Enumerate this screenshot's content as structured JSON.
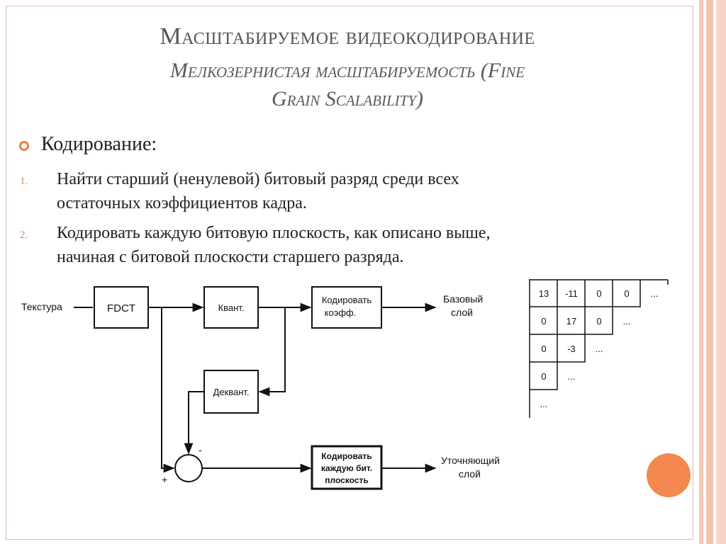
{
  "title": {
    "main": "Масштабируемое видеокодирование",
    "sub_line1": "Мелкозернистая масштабируемость (Fine",
    "sub_line2": "Grain Scalability)"
  },
  "bullet": "Кодирование:",
  "items": [
    {
      "num": "1.",
      "line1": "Найти старший (ненулевой) битовый разряд среди всех",
      "line2": "остаточных коэффициентов кадра."
    },
    {
      "num": "2.",
      "line1": "Кодировать каждую битовую плоскость, как описано выше,",
      "line2": "начиная с битовой плоскости старшего разряда."
    }
  ],
  "diagram": {
    "input_label": "Текстура",
    "fdct": "FDCT",
    "quant": "Квант.",
    "encode_coef_line1": "Кодировать",
    "encode_coef_line2": "коэфф.",
    "base_layer_line1": "Базовый",
    "base_layer_line2": "слой",
    "dequant": "Деквант.",
    "encode_plane_line1": "Кодировать",
    "encode_plane_line2": "каждую бит.",
    "encode_plane_line3": "плоскость",
    "enh_layer_line1": "Уточняющий",
    "enh_layer_line2": "слой",
    "minus": "-",
    "plus": "+"
  },
  "coeff_grid": {
    "rows": [
      [
        "13",
        "-11",
        "0",
        "0",
        "..."
      ],
      [
        "0",
        "17",
        "0",
        "..."
      ],
      [
        "0",
        "-3",
        "..."
      ],
      [
        "0",
        "..."
      ],
      [
        "..."
      ]
    ]
  },
  "colors": {
    "accent": "#f07f3c",
    "deco_circle": "#f5884f",
    "stripe": "#f5c9b7",
    "frame": "#e6b8a8"
  }
}
